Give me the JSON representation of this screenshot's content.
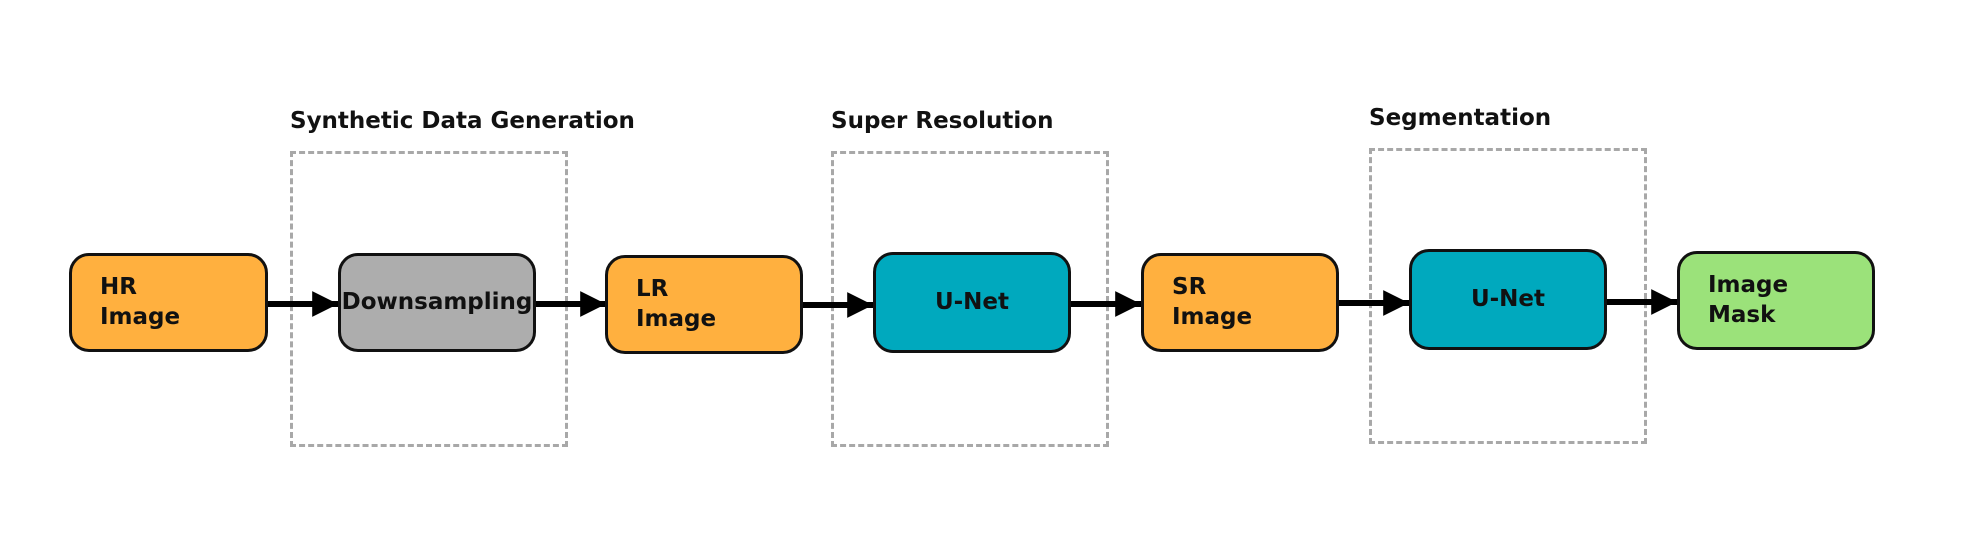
{
  "groups": [
    {
      "title": "Synthetic Data Generation"
    },
    {
      "title": "Super Resolution"
    },
    {
      "title": "Segmentation"
    }
  ],
  "nodes": [
    {
      "label": "HR\nImage",
      "color": "#FFB03F"
    },
    {
      "label": "Downsampling",
      "color": "#ADADAD"
    },
    {
      "label": "LR\nImage",
      "color": "#FFB03F"
    },
    {
      "label": "U-Net",
      "color": "#00A9BE"
    },
    {
      "label": "SR\nImage",
      "color": "#FFB03F"
    },
    {
      "label": "U-Net",
      "color": "#00A9BE"
    },
    {
      "label": "Image\nMask",
      "color": "#9BE27A"
    }
  ]
}
